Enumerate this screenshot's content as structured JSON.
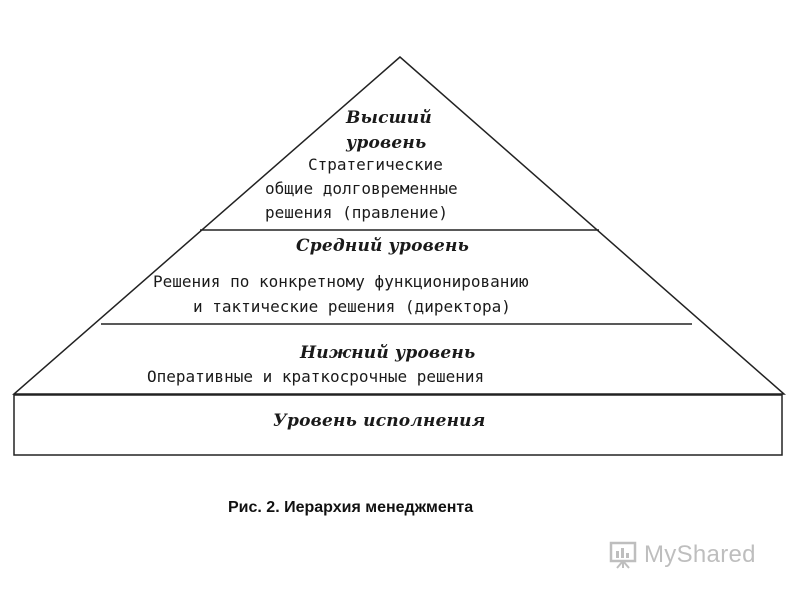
{
  "diagram": {
    "levels": [
      {
        "title_lines": [
          "Высший",
          "уровень"
        ],
        "text_lines": [
          "Стратегические",
          "общие долговременные",
          "решения   (правление)"
        ]
      },
      {
        "title_lines": [
          "Средний   уровень"
        ],
        "text_lines": [
          "Решения   по конкретному   функционированию",
          "и   тактические   решения  (директора)"
        ]
      },
      {
        "title_lines": [
          "Нижний уровень"
        ],
        "text_lines": [
          "Оперативные    и   краткосрочные      решения"
        ]
      },
      {
        "title_lines": [
          "Уровень   исполнения"
        ],
        "text_lines": []
      }
    ]
  },
  "caption": "Рис. 2. Иерархия менеджмента",
  "watermark": {
    "text": "MyShared",
    "icon": "presentation-board-icon",
    "color": "#8a8a8a"
  },
  "colors": {
    "line": "#222222",
    "background": "#ffffff"
  }
}
